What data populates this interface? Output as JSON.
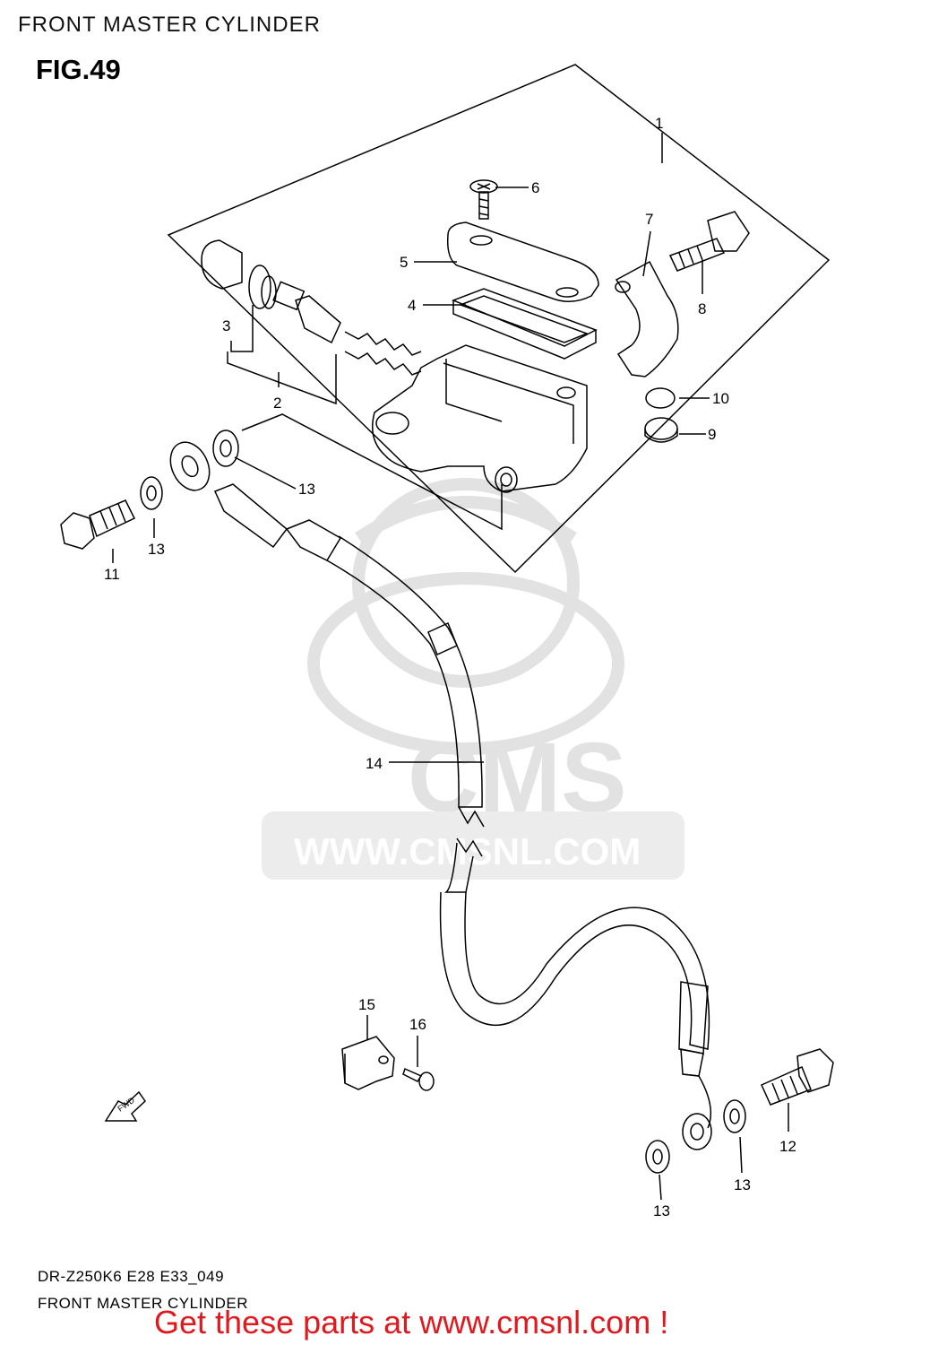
{
  "header": {
    "title": "FRONT MASTER CYLINDER"
  },
  "figure": {
    "label": "FIG.49"
  },
  "watermark": {
    "brand": "CMS",
    "url": "WWW.CMSNL.COM"
  },
  "fwd_arrow": {
    "label": "FWD"
  },
  "callouts": {
    "c1": "1",
    "c2": "2",
    "c3": "3",
    "c4": "4",
    "c5": "5",
    "c6": "6",
    "c7": "7",
    "c8": "8",
    "c9": "9",
    "c10": "10",
    "c11": "11",
    "c12": "12",
    "c13a": "13",
    "c13b": "13",
    "c13c": "13",
    "c13d": "13",
    "c14": "14",
    "c15": "15",
    "c16": "16"
  },
  "footer": {
    "model_code": "DR-Z250K6 E28 E33_049",
    "title": "FRONT MASTER CYLINDER",
    "promo": "Get these parts at www.cmsnl.com !"
  },
  "colors": {
    "promo": "#e0191f",
    "watermark": "#e2e2e2",
    "line": "#000000"
  }
}
